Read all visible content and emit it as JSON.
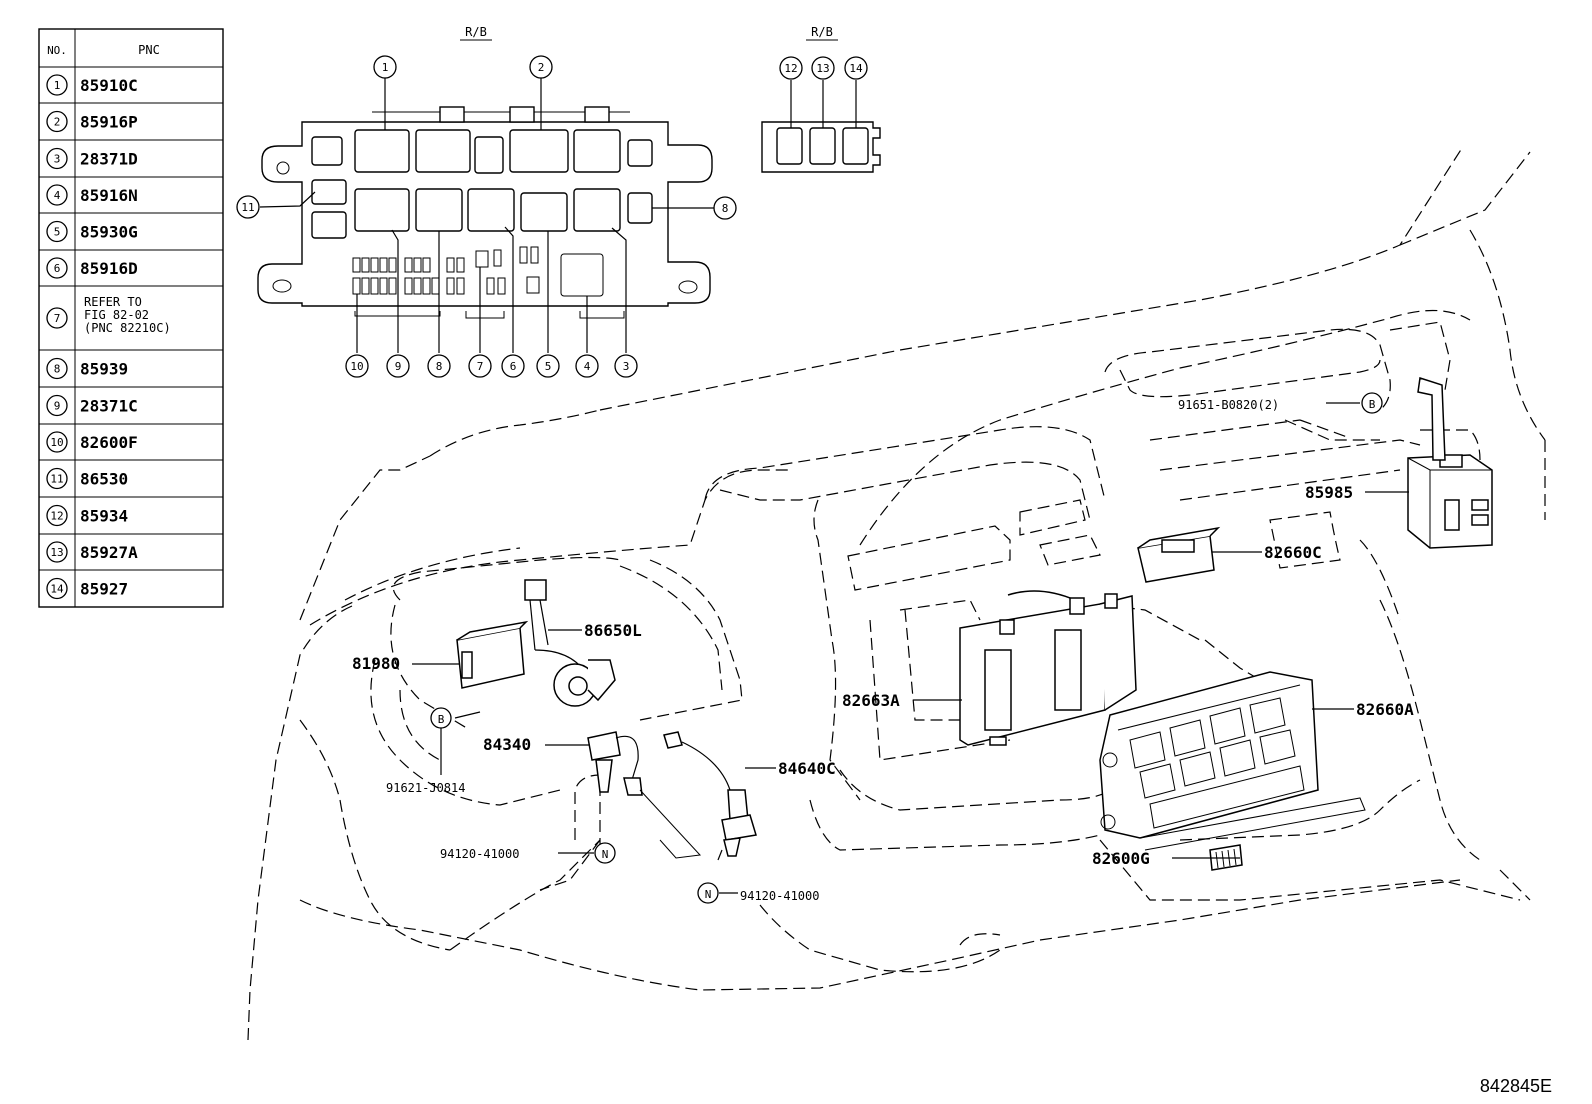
{
  "table": {
    "header_no": "NO.",
    "header_pnc": "PNC",
    "rows": [
      {
        "no": "1",
        "pnc": "85910C"
      },
      {
        "no": "2",
        "pnc": "85916P"
      },
      {
        "no": "3",
        "pnc": "28371D"
      },
      {
        "no": "4",
        "pnc": "85916N"
      },
      {
        "no": "5",
        "pnc": "85930G"
      },
      {
        "no": "6",
        "pnc": "85916D"
      },
      {
        "no": "7",
        "pnc_lines": [
          "REFER TO",
          "FIG 82-02",
          "(PNC 82210C)"
        ]
      },
      {
        "no": "8",
        "pnc": "85939"
      },
      {
        "no": "9",
        "pnc": "28371C"
      },
      {
        "no": "10",
        "pnc": "82600F"
      },
      {
        "no": "11",
        "pnc": "86530"
      },
      {
        "no": "12",
        "pnc": "85934"
      },
      {
        "no": "13",
        "pnc": "85927A"
      },
      {
        "no": "14",
        "pnc": "85927"
      }
    ]
  },
  "detail_headers": {
    "rb_left": "R/B",
    "rb_right": "R/B"
  },
  "callouts": {
    "c1": "1",
    "c2": "2",
    "c3": "3",
    "c4": "4",
    "c5": "5",
    "c6": "6",
    "c7": "7",
    "c8": "8",
    "c9": "9",
    "c10": "10",
    "c11": "11",
    "c12": "12",
    "c13": "13",
    "c14": "14"
  },
  "markers": {
    "b": "B",
    "n": "N"
  },
  "part_labels": {
    "p86650L": "86650L",
    "p81980": "81980",
    "p84340": "84340",
    "p91621": "91621-J0814",
    "p84640C": "84640C",
    "p94120_left": "94120-41000",
    "p94120_right": "94120-41000",
    "p82663A": "82663A",
    "p82660C": "82660C",
    "p82660A": "82660A",
    "p82600G": "82600G",
    "p85985": "85985",
    "p91651": "91651-B0820(2)"
  },
  "figure_id": "842845E"
}
